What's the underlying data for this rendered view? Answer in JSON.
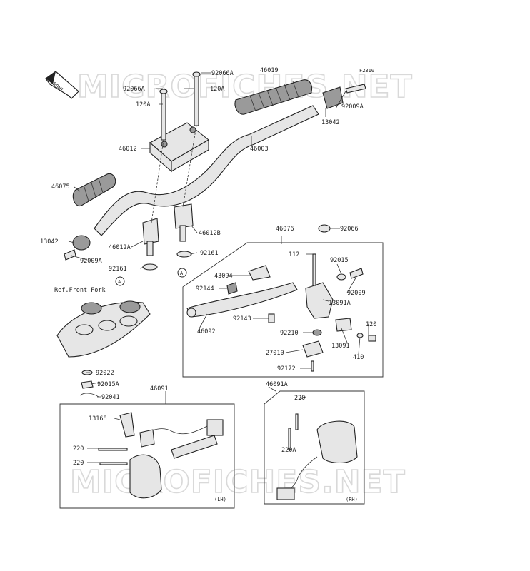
{
  "diagram_code": "F2310",
  "watermark": "MICROFICHES.NET",
  "front_arrow_label": "FRONT",
  "ref_label": "Ref.Front Fork",
  "circle_marker": "A",
  "lh_label": "(LH)",
  "rh_label": "(RH)",
  "labels": {
    "p92066A": "92066A",
    "p46019": "46019",
    "p92066A_left": "92066A",
    "p120A_right": "120A",
    "p120A_left": "120A",
    "p92009A_top": "92009A",
    "p13042_top": "13042",
    "p46012": "46012",
    "p46003": "46003",
    "p46075": "46075",
    "p13042_left": "13042",
    "p92009A_left": "92009A",
    "p46012A": "46012A",
    "p46012B": "46012B",
    "p92161_right": "92161",
    "p92161_left": "92161",
    "p46076": "46076",
    "p92066": "92066",
    "p112": "112",
    "p92015": "92015",
    "p43094": "43094",
    "p92009": "92009",
    "p92144": "92144",
    "p13091A": "13091A",
    "p92143": "92143",
    "p46092": "46092",
    "p92210": "92210",
    "p120": "120",
    "p13091": "13091",
    "p27010": "27010",
    "p410": "410",
    "p92172": "92172",
    "p92022": "92022",
    "p92015A": "92015A",
    "p92041": "92041",
    "p46091": "46091",
    "p46091A": "46091A",
    "p13168": "13168",
    "p220_lh1": "220",
    "p220_lh2": "220",
    "p220_rh": "220",
    "p220A": "220A"
  }
}
